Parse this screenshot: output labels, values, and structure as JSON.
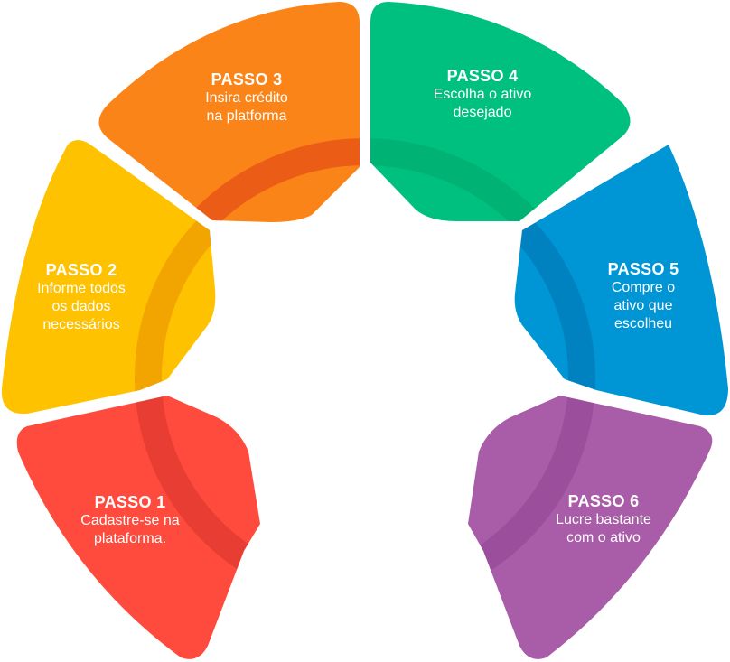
{
  "steps": [
    {
      "title": "PASSO 1",
      "lines": [
        "Cadastre-se na",
        "plataforma."
      ],
      "color": "#FF4B3E"
    },
    {
      "title": "PASSO 2",
      "lines": [
        "Informe todos",
        "os dados",
        "necessários"
      ],
      "color": "#FEC200"
    },
    {
      "title": "PASSO 3",
      "lines": [
        "Insira crédito",
        "na platforma"
      ],
      "color": "#FB8418"
    },
    {
      "title": "PASSO 4",
      "lines": [
        "Escolha o ativo",
        "desejado"
      ],
      "color": "#00C07F"
    },
    {
      "title": "PASSO 5",
      "lines": [
        "Compre o",
        "ativo que",
        "escolheu"
      ],
      "color": "#0096D6"
    },
    {
      "title": "PASSO 6",
      "lines": [
        "Lucre bastante",
        "com o ativo"
      ],
      "color": "#A95CA8"
    }
  ]
}
